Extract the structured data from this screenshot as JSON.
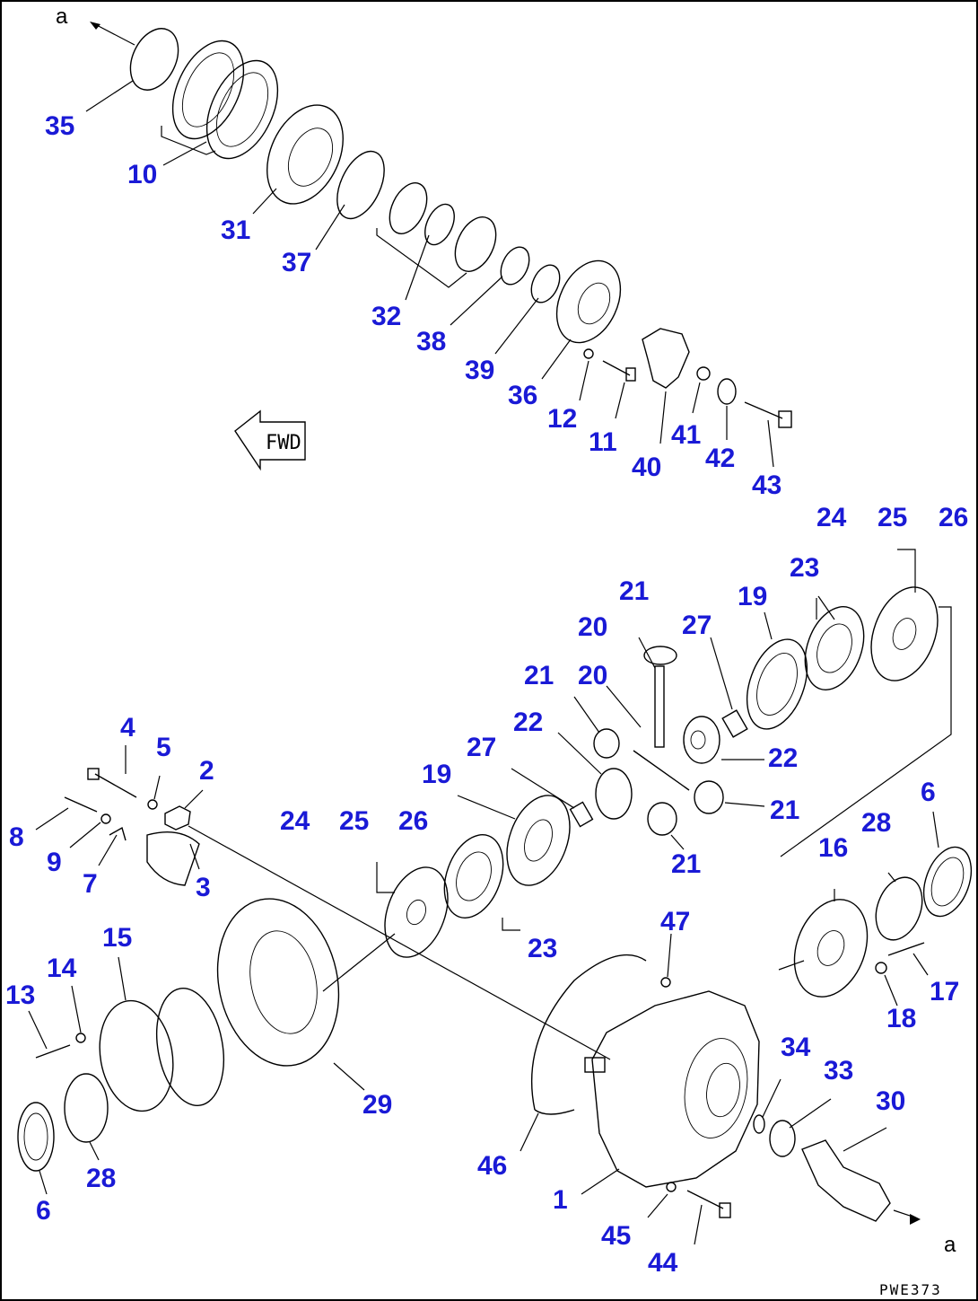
{
  "figure_code": "PWE373",
  "fwd_label": "FWD",
  "ref_marks": {
    "top": "a",
    "bottom": "a"
  },
  "callouts": {
    "c35": "35",
    "c10": "10",
    "c31": "31",
    "c37": "37",
    "c32": "32",
    "c38": "38",
    "c39": "39",
    "c36": "36",
    "c12": "12",
    "c11": "11",
    "c40": "40",
    "c41": "41",
    "c42": "42",
    "c43": "43",
    "c24r": "24",
    "c25r": "25",
    "c26r": "26",
    "c23r": "23",
    "c19r": "19",
    "c27r": "27",
    "c21a": "21",
    "c20a": "20",
    "c21b": "21",
    "c20b": "20",
    "c22a": "22",
    "c22b": "22",
    "c21c": "21",
    "c21d": "21",
    "c27l": "27",
    "c19l": "19",
    "c6r": "6",
    "c28r": "28",
    "c16": "16",
    "c4": "4",
    "c5": "5",
    "c2": "2",
    "c8": "8",
    "c9": "9",
    "c7": "7",
    "c3": "3",
    "c24l": "24",
    "c25l": "25",
    "c26l": "26",
    "c23l": "23",
    "c47": "47",
    "c17": "17",
    "c18": "18",
    "c15": "15",
    "c14": "14",
    "c13": "13",
    "c29": "29",
    "c34": "34",
    "c33": "33",
    "c30": "30",
    "c46": "46",
    "c1": "1",
    "c45": "45",
    "c44": "44",
    "c28l": "28",
    "c6l": "6"
  }
}
